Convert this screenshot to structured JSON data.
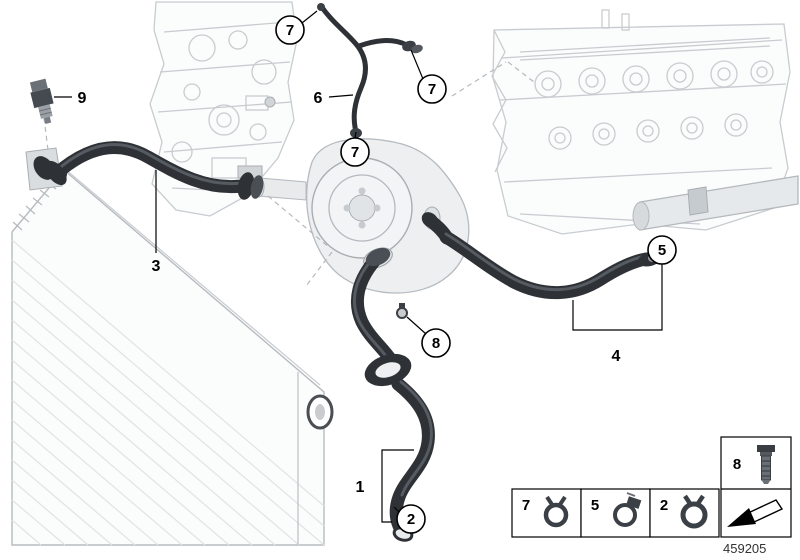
{
  "diagram": {
    "part_number": "459205",
    "callouts": {
      "n9": "9",
      "n7_top": "7",
      "n6": "6",
      "n7_right": "7",
      "n7_mid": "7",
      "n3": "3",
      "n8": "8",
      "n5": "5",
      "n4": "4",
      "n1": "1",
      "n2": "2"
    },
    "legend": {
      "items": [
        {
          "label": "7",
          "icon": "spring-clamp-icon"
        },
        {
          "label": "5",
          "icon": "worm-clamp-icon"
        },
        {
          "label": "2",
          "icon": "spring-clamp-icon"
        },
        {
          "label": "8",
          "icon": "bolt-icon"
        }
      ],
      "arrow_icon": "direction-arrow-icon"
    },
    "colors": {
      "hose": "#2e3237",
      "machinery": "#c8ccd0",
      "outline": "#000000",
      "background": "#ffffff"
    }
  }
}
